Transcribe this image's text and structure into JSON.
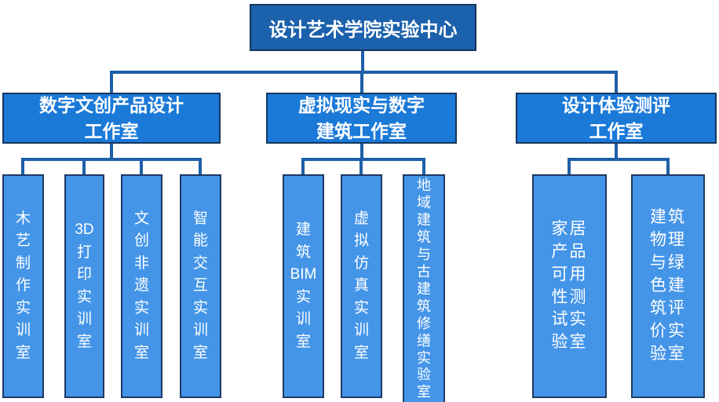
{
  "diagram": {
    "root": {
      "label": "设计艺术学院实验中心"
    },
    "branches": [
      {
        "label": "数字文创产品设计\n工作室",
        "children": [
          {
            "label": "木\n艺\n制\n作\n实\n训\n室"
          },
          {
            "label": "3D\n打\n印\n实\n训\n室"
          },
          {
            "label": "文\n创\n非\n遗\n实\n训\n室"
          },
          {
            "label": "智\n能\n交\n互\n实\n训\n室"
          }
        ]
      },
      {
        "label": "虚拟现实与数字\n建筑工作室",
        "children": [
          {
            "label": "建\n筑\nBIM\n实\n训\n室"
          },
          {
            "label": "虚\n拟\n仿\n真\n实\n训\n室"
          },
          {
            "label": "地\n域\n建\n筑\n与\n古\n建\n筑\n修\n缮\n实\n验\n室"
          }
        ]
      },
      {
        "label": "设计体验测评\n工作室",
        "children": [
          {
            "label": "家居\n产品\n可用\n性测\n试实\n验室"
          },
          {
            "label": "建筑\n物理\n与绿\n色建\n筑评\n价实\n验室"
          }
        ]
      }
    ],
    "colors": {
      "root_fill": "#1b61ac",
      "branch_fill": "#1b79d8",
      "leaf_fill": "#4495e8",
      "border": "#1f3864",
      "connector": "#1d5fa8",
      "text": "#ffffff"
    }
  }
}
